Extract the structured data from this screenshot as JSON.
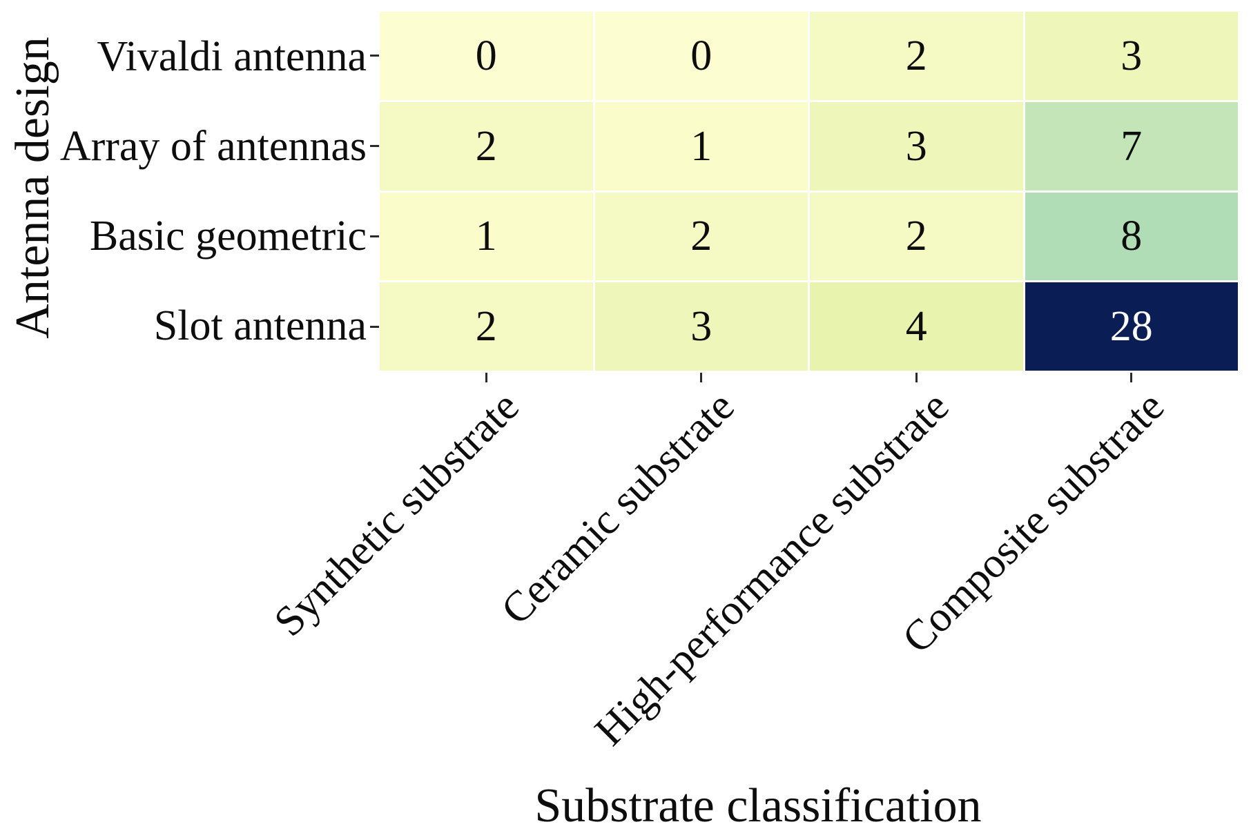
{
  "figure": {
    "background_color": "#ffffff",
    "text_color": "#0d0d0d",
    "tick_color": "#2a2a2a"
  },
  "chart_data": {
    "type": "heatmap",
    "title": "",
    "xlabel": "Substrate classification",
    "ylabel": "Antenna design",
    "x_categories": [
      "Synthetic substrate",
      "Ceramic substrate",
      "High-performance substrate",
      "Composite substrate"
    ],
    "y_categories": [
      "Vivaldi antenna",
      "Array of antennas",
      "Basic geometric",
      "Slot antenna"
    ],
    "values": [
      [
        0,
        0,
        2,
        3
      ],
      [
        2,
        1,
        3,
        7
      ],
      [
        1,
        2,
        2,
        8
      ],
      [
        2,
        3,
        4,
        28
      ]
    ],
    "vmin": 0,
    "vmax": 28,
    "colormap": "YlGnBu",
    "value_colors": {
      "0": "#fdfdd2",
      "1": "#fafcca",
      "2": "#f5f9c4",
      "3": "#eef7b9",
      "4": "#e8f3ad",
      "7": "#c3e5b8",
      "8": "#b0ddb5",
      "28": "#0b1d55"
    },
    "light_text_values": [
      28
    ],
    "light_text_color": "#ffffff",
    "dark_text_color": "#0d0d0d",
    "grid_gap_color": "#ffffff",
    "legend": "none",
    "annotations": "cell values shown in each cell",
    "x_tick_rotation_deg": 45
  }
}
